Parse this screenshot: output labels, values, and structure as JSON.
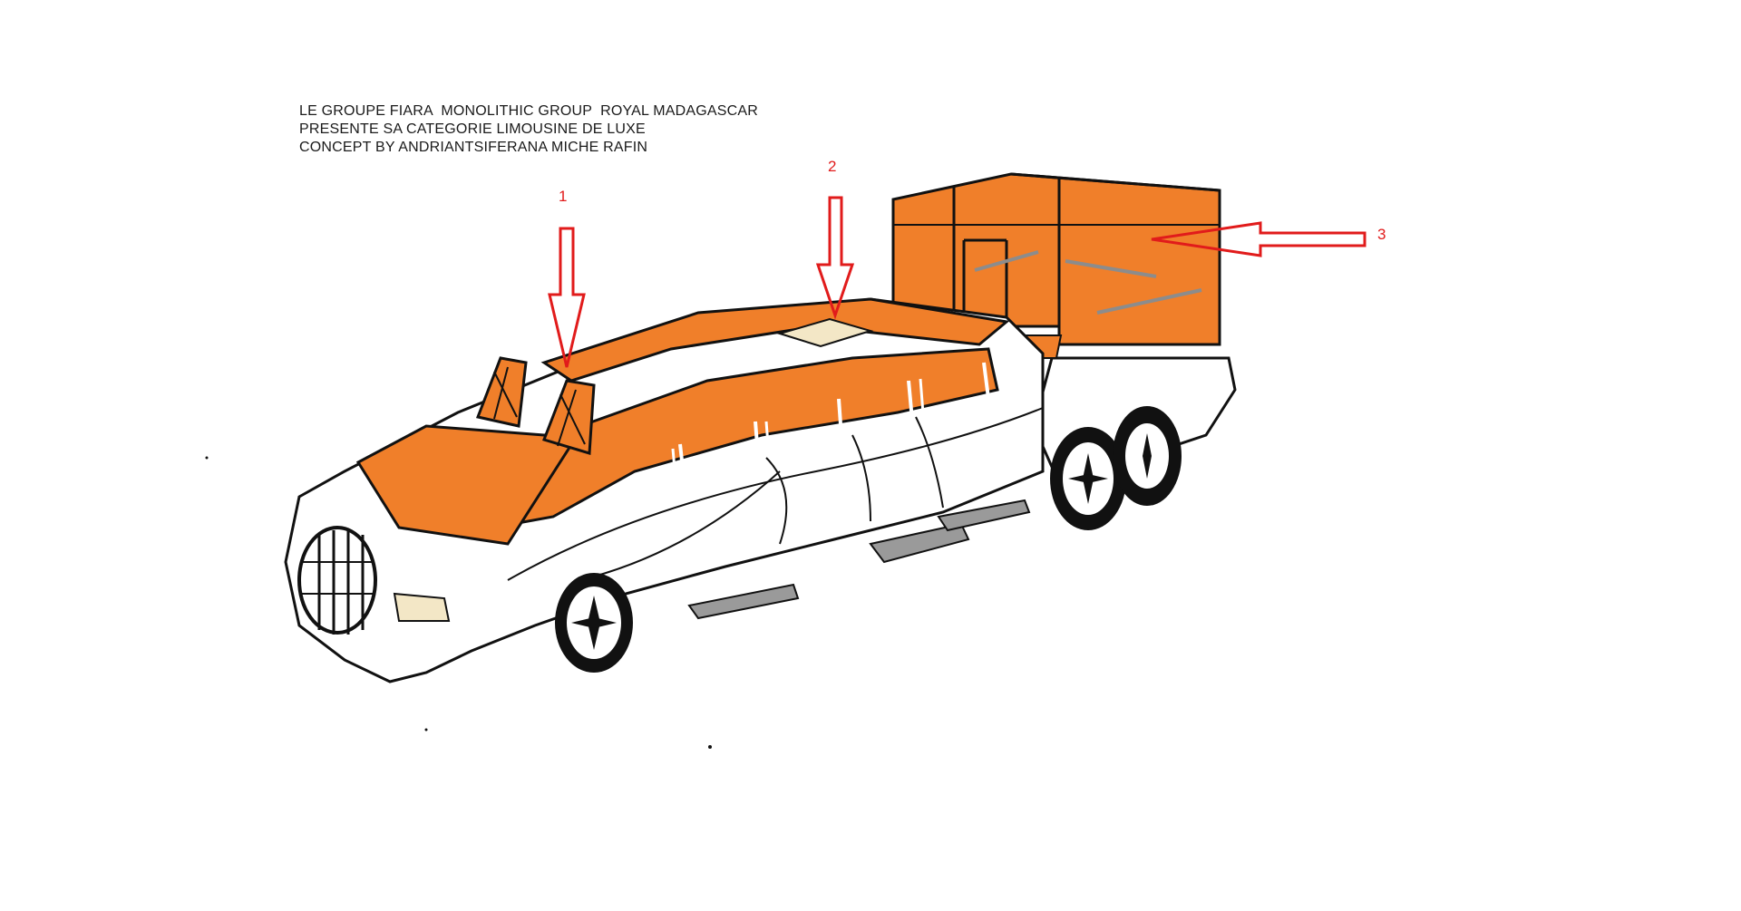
{
  "caption": {
    "line1": "LE GROUPE FIARA  MONOLITHIC GROUP  ROYAL MADAGASCAR",
    "line2": "PRESENTE SA CATEGORIE LIMOUSINE DE LUXE",
    "line3": "CONCEPT BY ANDRIANTSIFERANA MICHE RAFIN"
  },
  "callouts": [
    {
      "number": "1"
    },
    {
      "number": "2"
    },
    {
      "number": "3"
    }
  ],
  "colors": {
    "body_orange": "#f07f2a",
    "outline": "#111111",
    "arrow": "#e11b1b",
    "light_tan": "#f3e7c6",
    "gray_lines": "#8c8c8c"
  }
}
